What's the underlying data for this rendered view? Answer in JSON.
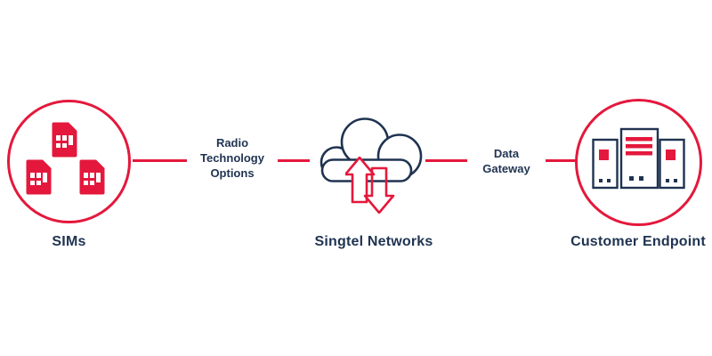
{
  "diagram": {
    "type": "connectivity-architecture",
    "background": "#ffffff",
    "colors": {
      "accent_red": "#E4183C",
      "navy": "#1F3351",
      "canvas": "#ffffff"
    },
    "nodes": {
      "sims": {
        "label": "SIMs",
        "icon": "sim-card-icon",
        "icon_count": 3,
        "shape": "red-outlined-circle"
      },
      "network": {
        "label": "Singtel Networks",
        "icon": "cloud-data-transfer-icon",
        "shape": "cloud-outline"
      },
      "endpoint": {
        "label": "Customer Endpoint",
        "icon": "server-rack-icon",
        "icon_count": 3,
        "shape": "red-outlined-circle"
      }
    },
    "connectors": {
      "left": {
        "from": "sims",
        "to": "network",
        "lines": [
          "Radio",
          "Technology",
          "Options"
        ]
      },
      "right": {
        "from": "network",
        "to": "endpoint",
        "lines": [
          "Data",
          "Gateway"
        ]
      }
    }
  }
}
